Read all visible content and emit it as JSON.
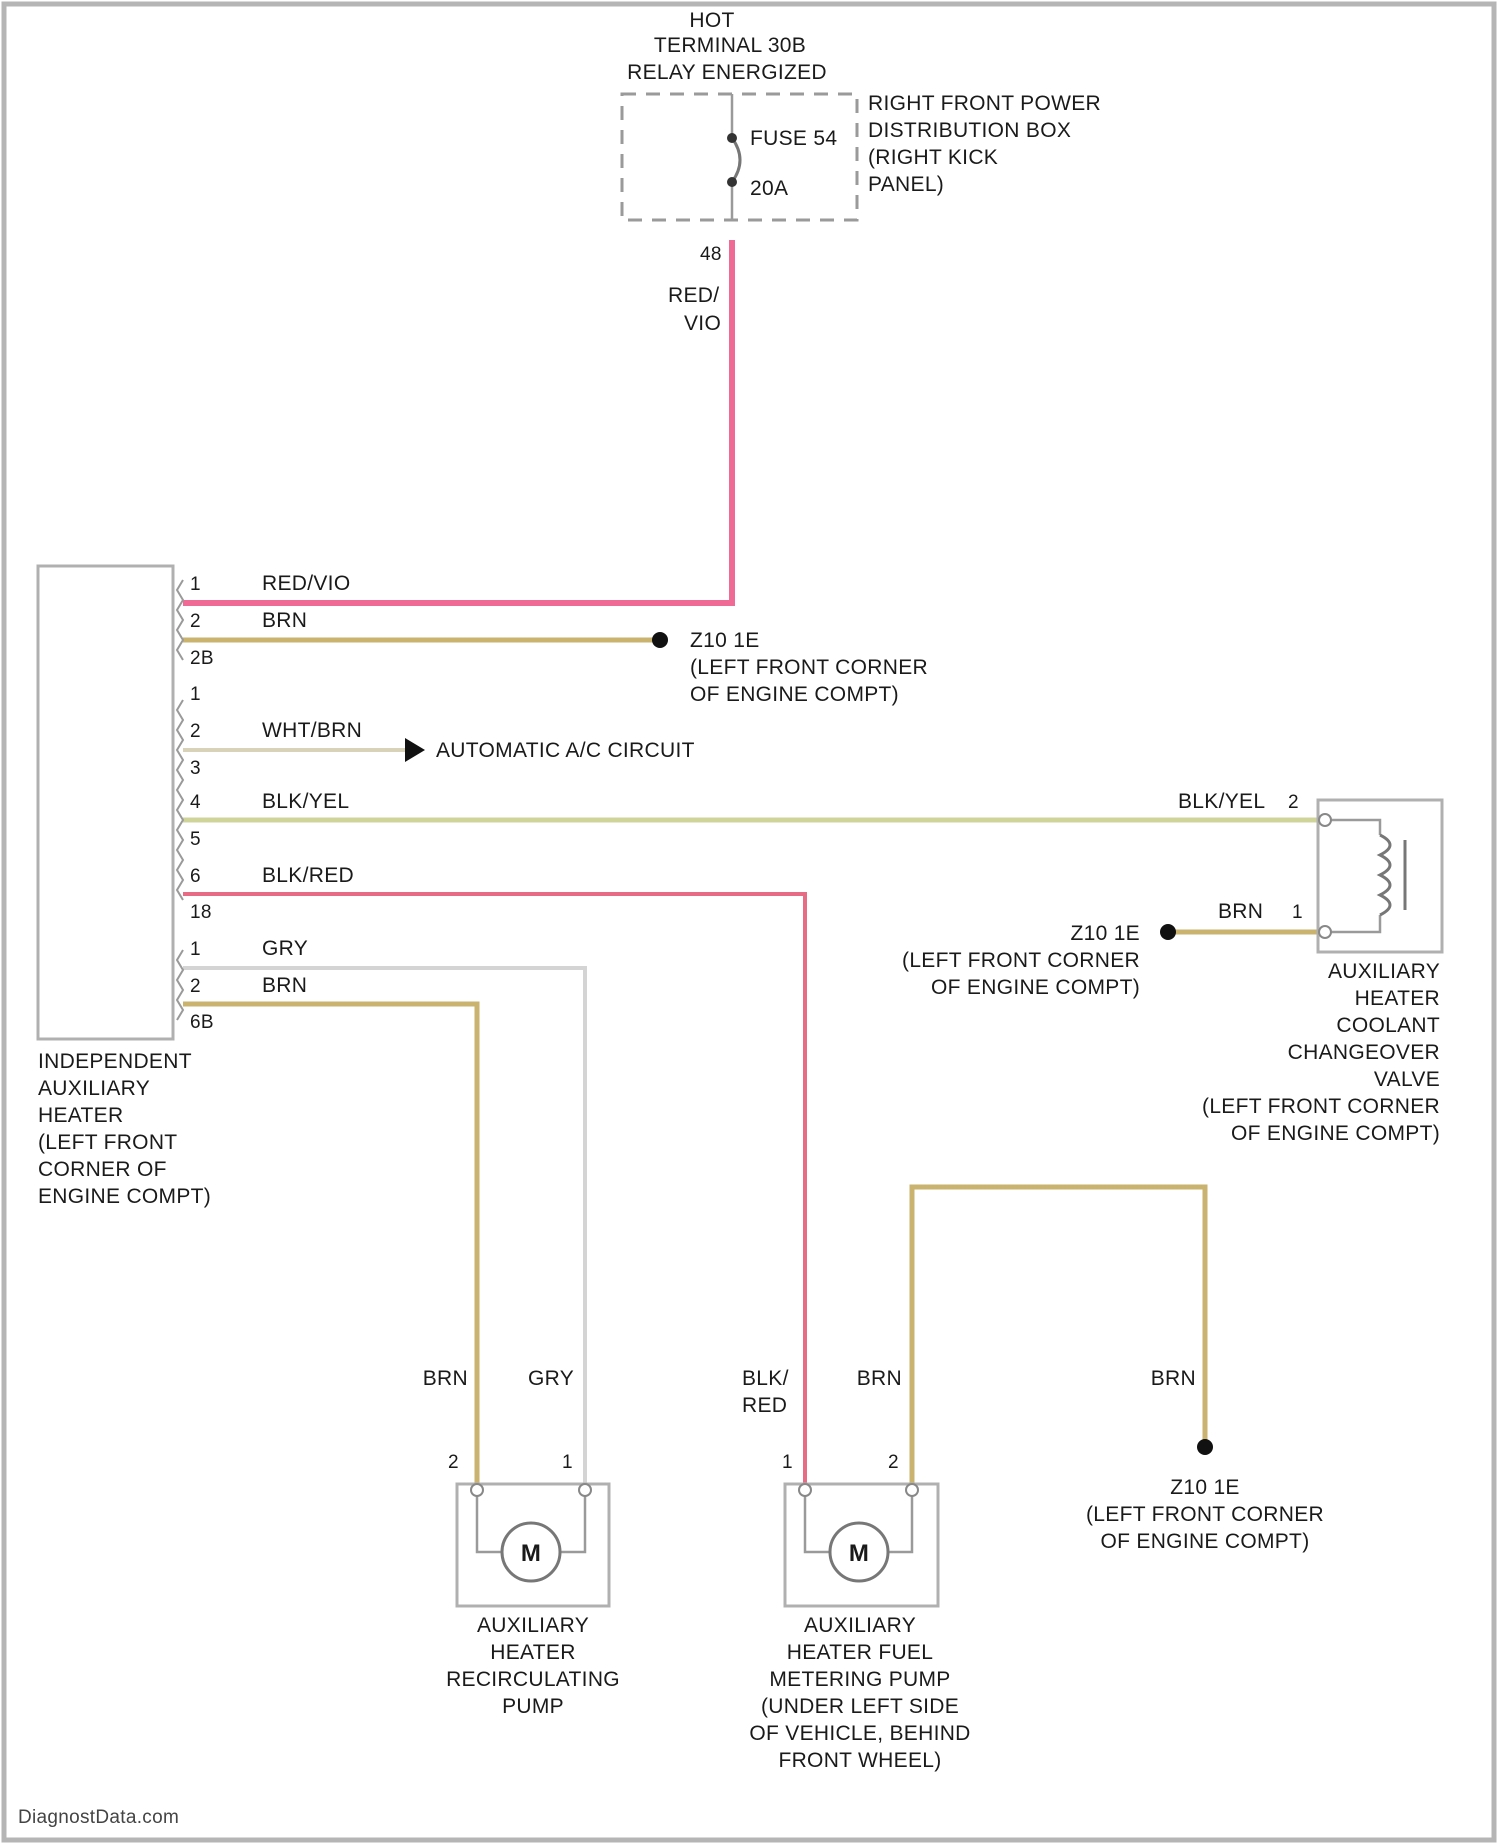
{
  "colors": {
    "RED/VIO": "#f06a96",
    "BRN": "#c9b36e",
    "WHT/BRN": "#d8d2b8",
    "BLK/YEL": "#cfd49a",
    "BLK/RED": "#e86b85",
    "GRY": "#d4d4d4"
  },
  "header": {
    "hot": "HOT",
    "terminal": "TERMINAL 30B",
    "relay": "RELAY ENERGIZED"
  },
  "fuse": {
    "name": "FUSE 54",
    "rating": "20A",
    "pin": "48"
  },
  "distribution_box": {
    "line1": "RIGHT FRONT POWER",
    "line2": "DISTRIBUTION BOX",
    "line3": "(RIGHT KICK",
    "line4": "PANEL)"
  },
  "main_feed": {
    "color_line1": "RED/",
    "color_line2": "VIO"
  },
  "heater": {
    "line1": "INDEPENDENT",
    "line2": "AUXILIARY",
    "line3": "HEATER",
    "line4": "(LEFT FRONT",
    "line5": "CORNER OF",
    "line6": "ENGINE COMPT)"
  },
  "connectors": {
    "c1": [
      "1",
      "2",
      "2B"
    ],
    "c2": [
      "1",
      "2",
      "3",
      "4",
      "5",
      "6",
      "18"
    ],
    "c3": [
      "1",
      "2",
      "6B"
    ]
  },
  "wire_labels": {
    "red_vio": "RED/VIO",
    "brn": "BRN",
    "wht_brn": "WHT/BRN",
    "blk_yel": "BLK/YEL",
    "blk_red": "BLK/RED",
    "gry": "GRY"
  },
  "grounds": {
    "g1": {
      "id": "Z10 1E",
      "line1": "(LEFT FRONT CORNER",
      "line2": "OF ENGINE COMPT)"
    },
    "g2": {
      "id": "Z10 1E",
      "line1": "(LEFT FRONT CORNER",
      "line2": "OF ENGINE COMPT)"
    },
    "g3": {
      "id": "Z10 1E",
      "line1": "(LEFT FRONT CORNER",
      "line2": "OF ENGINE COMPT)"
    }
  },
  "ac_circuit": "AUTOMATIC A/C CIRCUIT",
  "valve": {
    "wire_label": "BLK/YEL",
    "pin_top": "2",
    "pin_bottom": "1",
    "ground_wire": "BRN",
    "line1": "AUXILIARY",
    "line2": "HEATER",
    "line3": "COOLANT",
    "line4": "CHANGEOVER",
    "line5": "VALVE",
    "line6": "(LEFT FRONT CORNER",
    "line7": "OF ENGINE COMPT)"
  },
  "recirc_pump": {
    "pin_left": "2",
    "pin_right": "1",
    "wire_left": "BRN",
    "wire_right": "GRY",
    "symbol": "M",
    "line1": "AUXILIARY",
    "line2": "HEATER",
    "line3": "RECIRCULATING",
    "line4": "PUMP"
  },
  "fuel_pump": {
    "pin_left": "1",
    "pin_right": "2",
    "wire_left_line1": "BLK/",
    "wire_left_line2": "RED",
    "wire_right": "BRN",
    "symbol": "M",
    "line1": "AUXILIARY",
    "line2": "HEATER FUEL",
    "line3": "METERING PUMP",
    "line4": "(UNDER LEFT SIDE",
    "line5": "OF VEHICLE, BEHIND",
    "line6": "FRONT WHEEL)"
  },
  "ground_wire_label": "BRN",
  "credit": "DiagnostData.com"
}
